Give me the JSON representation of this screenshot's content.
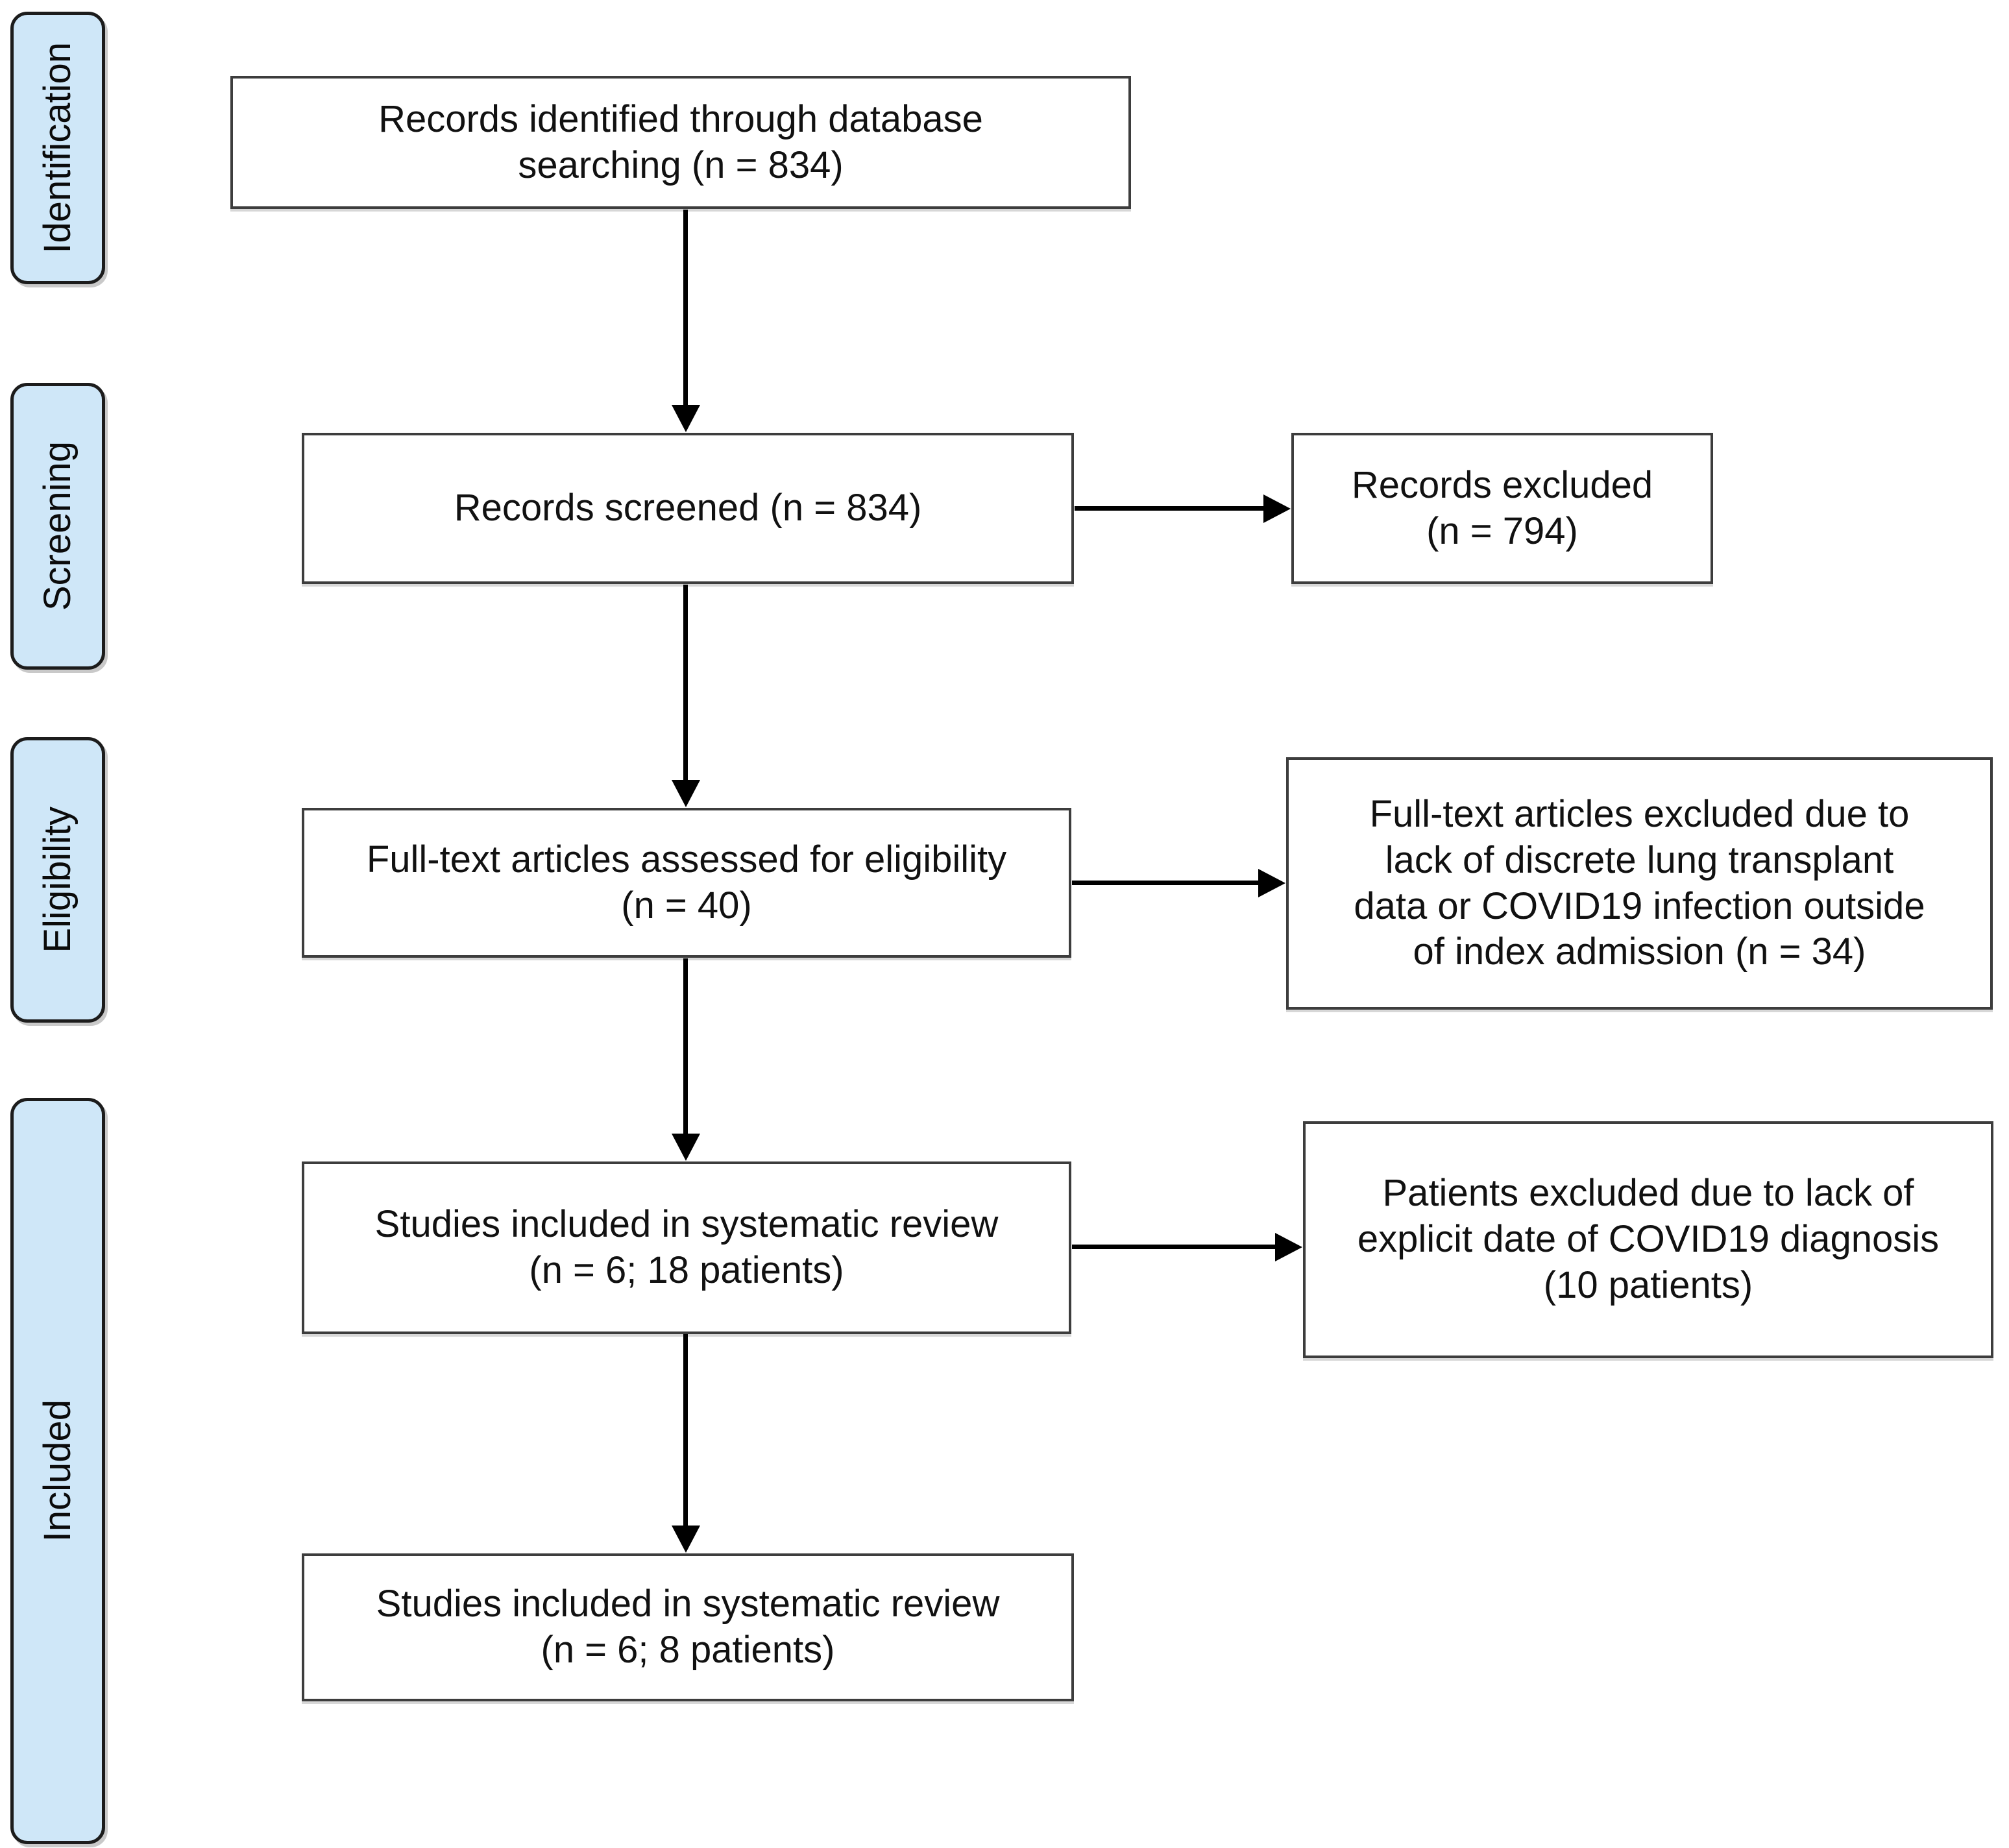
{
  "stage_labels": [
    {
      "label": "Identification"
    },
    {
      "label": "Screening"
    },
    {
      "label": "Eligibility"
    },
    {
      "label": "Included"
    }
  ],
  "boxes": {
    "records_identified": {
      "text": "Records identified through database\nsearching (n = 834)"
    },
    "records_screened": {
      "text": "Records screened (n = 834)"
    },
    "records_excluded": {
      "text": "Records excluded\n(n = 794)"
    },
    "fulltext_assessed": {
      "text": "Full-text articles assessed for eligibility\n(n = 40)"
    },
    "fulltext_excluded": {
      "text": "Full-text articles excluded due to\nlack of discrete lung transplant\ndata or COVID19 infection outside\nof index admission (n = 34)"
    },
    "studies_included_review": {
      "text": "Studies included in systematic review\n(n = 6; 18 patients)"
    },
    "patients_excluded": {
      "text": "Patients excluded due to lack of\nexplicit date of COVID19 diagnosis\n(10 patients)"
    },
    "studies_included_final": {
      "text": "Studies included in systematic review\n(n = 6; 8 patients)"
    }
  },
  "colors": {
    "stage_fill": "#cfe7f8",
    "stage_border": "#1c1c1c",
    "flow_box_border": "#3d3d3d",
    "arrow": "#000000",
    "background": "#ffffff",
    "text": "#111111"
  }
}
